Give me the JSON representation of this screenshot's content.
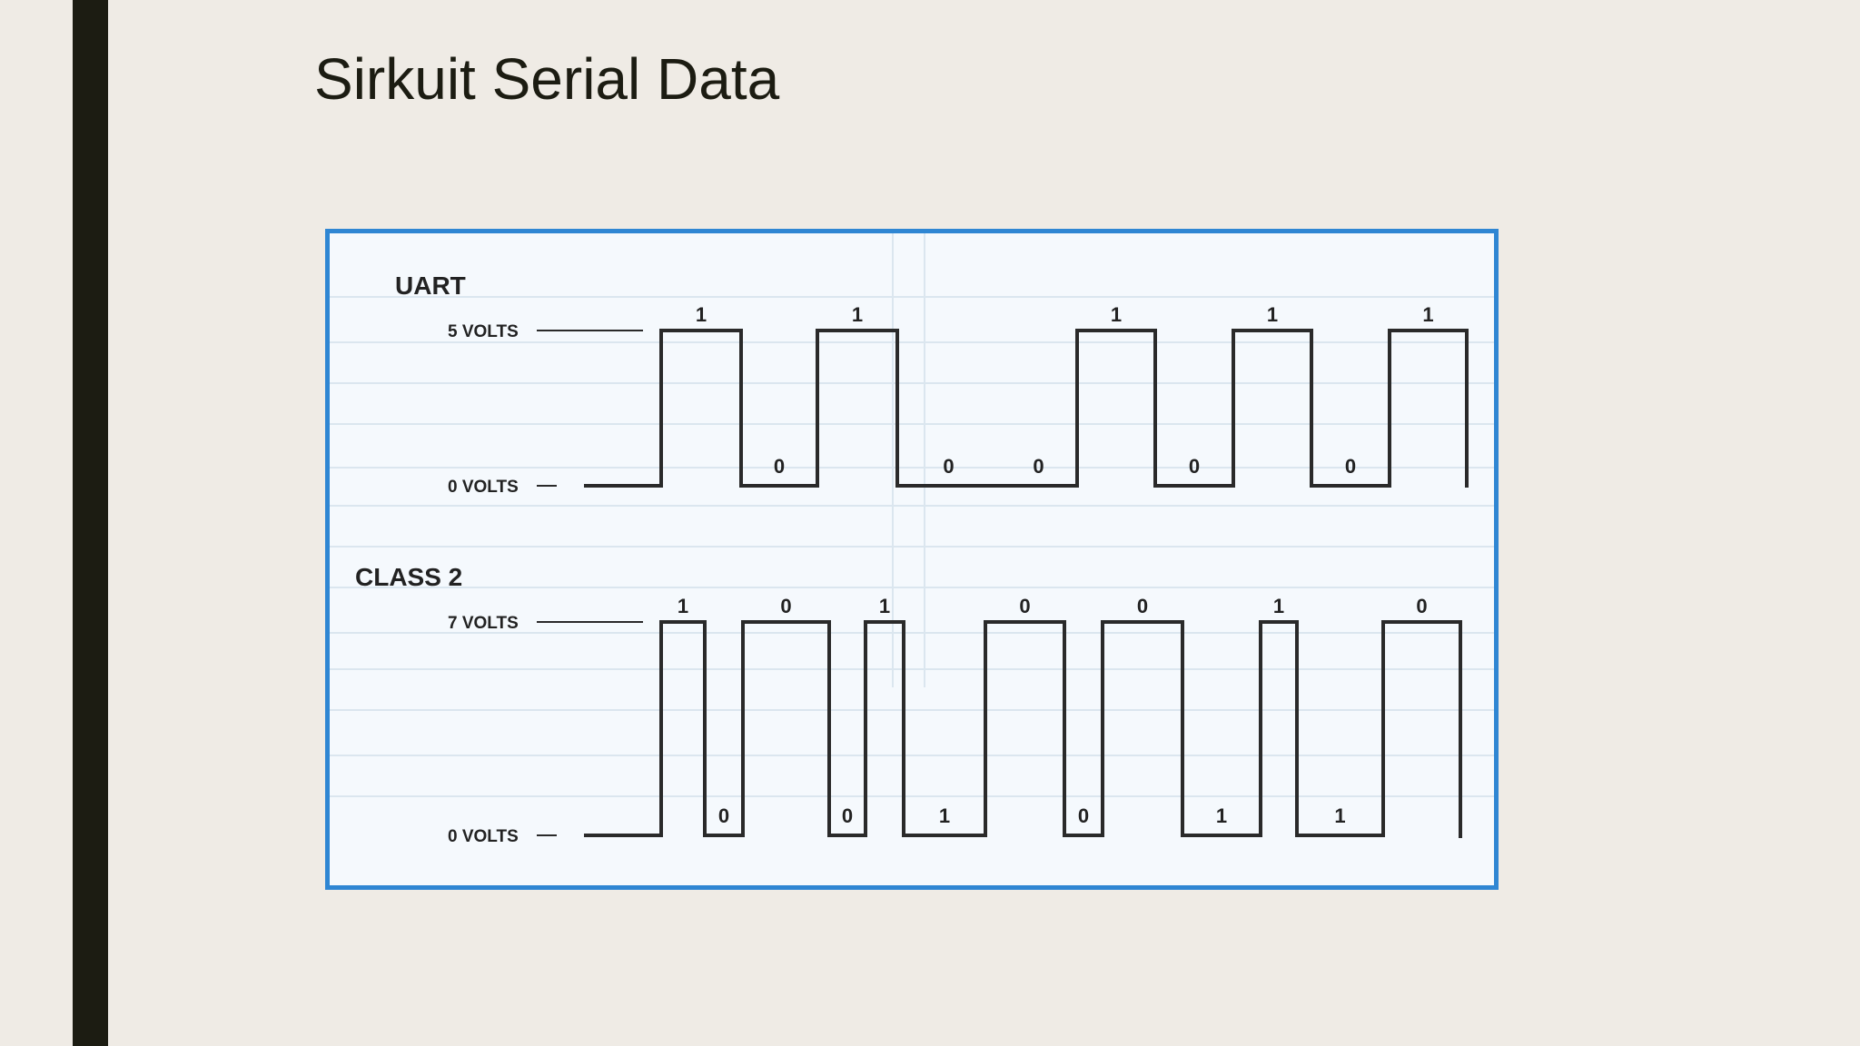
{
  "slide": {
    "title": "Sirkuit Serial Data"
  },
  "uart": {
    "title": "UART",
    "high_label": "5 VOLTS",
    "low_label": "0 VOLTS",
    "bits": [
      {
        "bit": "1",
        "level": "high"
      },
      {
        "bit": "0",
        "level": "low"
      },
      {
        "bit": "1",
        "level": "high"
      },
      {
        "bit": "0",
        "level": "low"
      },
      {
        "bit": "0",
        "level": "low"
      },
      {
        "bit": "1",
        "level": "high"
      },
      {
        "bit": "0",
        "level": "low"
      },
      {
        "bit": "1",
        "level": "high"
      },
      {
        "bit": "0",
        "level": "low"
      },
      {
        "bit": "1",
        "level": "high"
      }
    ]
  },
  "class2": {
    "title": "CLASS 2",
    "high_label": "7 VOLTS",
    "low_label": "0 VOLTS",
    "bits": [
      {
        "bit": "1",
        "level": "high"
      },
      {
        "bit": "0",
        "level": "low"
      },
      {
        "bit": "0",
        "level": "high"
      },
      {
        "bit": "0",
        "level": "low"
      },
      {
        "bit": "1",
        "level": "high"
      },
      {
        "bit": "1",
        "level": "low"
      },
      {
        "bit": "0",
        "level": "high"
      },
      {
        "bit": "0",
        "level": "low"
      },
      {
        "bit": "0",
        "level": "high"
      },
      {
        "bit": "1",
        "level": "low"
      },
      {
        "bit": "1",
        "level": "high"
      },
      {
        "bit": "1",
        "level": "low"
      },
      {
        "bit": "0",
        "level": "high"
      }
    ]
  }
}
